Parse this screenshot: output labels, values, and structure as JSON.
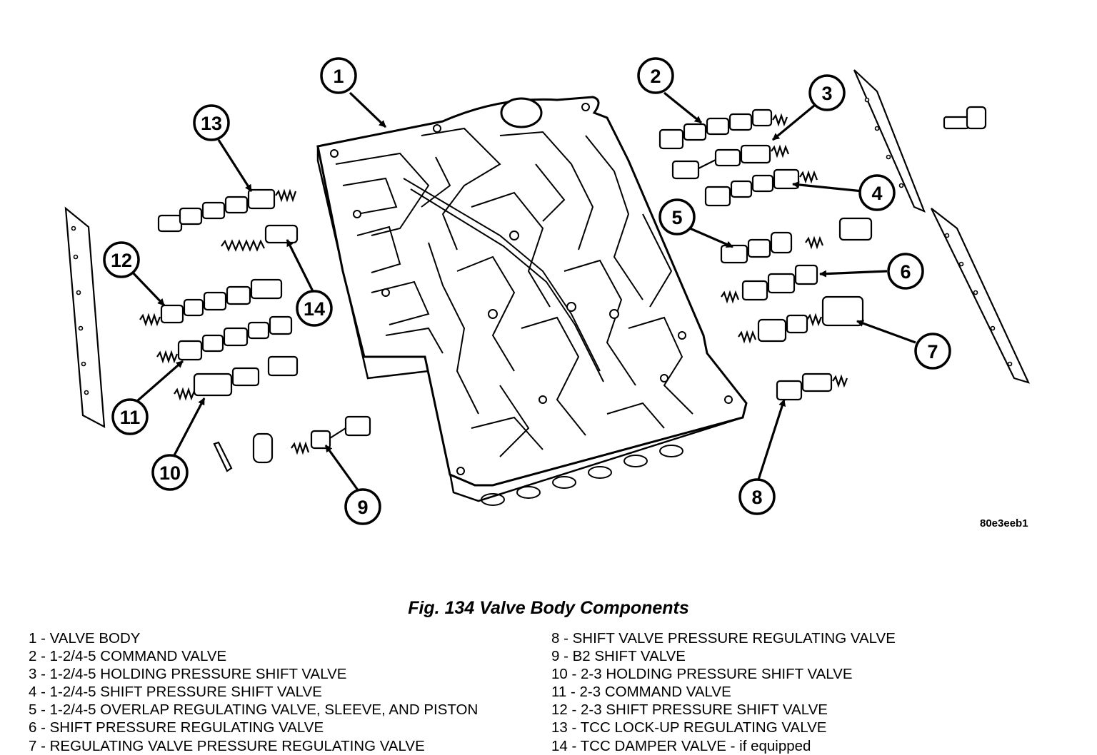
{
  "figure": {
    "code": "80e3eeb1",
    "caption": "Fig. 134 Valve Body Components"
  },
  "callouts": [
    "1",
    "2",
    "3",
    "4",
    "5",
    "6",
    "7",
    "8",
    "9",
    "10",
    "11",
    "12",
    "13",
    "14"
  ],
  "legend_left": [
    "1 - VALVE BODY",
    "2 - 1-2/4-5 COMMAND VALVE",
    "3 - 1-2/4-5 HOLDING PRESSURE SHIFT VALVE",
    "4 - 1-2/4-5 SHIFT PRESSURE SHIFT VALVE",
    "5 - 1-2/4-5 OVERLAP REGULATING VALVE, SLEEVE, AND PISTON",
    "6 - SHIFT PRESSURE REGULATING VALVE",
    "7 - REGULATING VALVE PRESSURE REGULATING VALVE"
  ],
  "legend_right": [
    "8 - SHIFT VALVE PRESSURE REGULATING VALVE",
    "9 - B2 SHIFT VALVE",
    "10 - 2-3 HOLDING PRESSURE SHIFT VALVE",
    "11 - 2-3 COMMAND VALVE",
    "12 - 2-3 SHIFT PRESSURE SHIFT VALVE",
    "13 - TCC LOCK-UP REGULATING VALVE",
    "14 - TCC DAMPER VALVE - if equipped"
  ]
}
